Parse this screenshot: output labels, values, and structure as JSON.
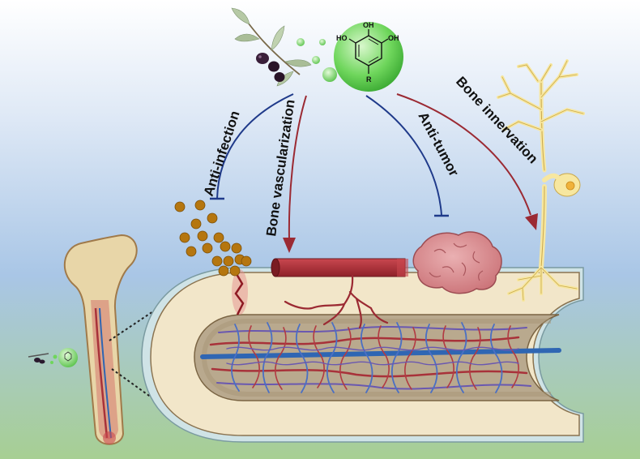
{
  "effects": {
    "anti_infection": "Anti-infection",
    "bone_vascularization": "Bone vascularization",
    "anti_tumor": "Anti-tumor",
    "bone_innervation": "Bone innervation"
  },
  "molecule": {
    "oh_top": "OH",
    "oh_left": "HO",
    "oh_right": "OH",
    "r_group": "R"
  },
  "colors": {
    "inhibit_arrow": "#1f3a8a",
    "promote_arrow": "#9b2a33",
    "molecule_sphere": "#5fcf4e",
    "bone_tissue": "#f2e6c9",
    "marrow": "#b9a98e",
    "vessel_red": "#a8323a",
    "vessel_blue": "#2f66b3",
    "nerve": "#f7e7a0",
    "tumor": "#d98a8e",
    "bacteria": "#b5760f"
  },
  "icons": [
    "olive-branch-icon",
    "polyphenol-molecule-icon",
    "bacteria-icon",
    "blood-vessel-icon",
    "tumor-icon",
    "neuron-icon",
    "femur-icon"
  ]
}
